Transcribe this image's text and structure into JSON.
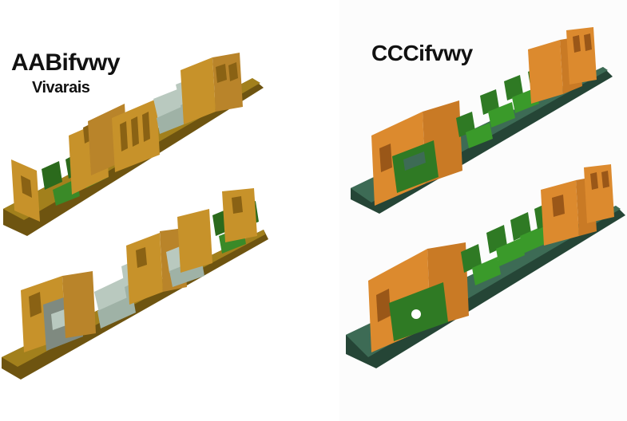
{
  "left": {
    "title": "AABifvwy",
    "subtitle": "Vivarais",
    "colors": {
      "body": "#c7922a",
      "body_dark": "#8a6214",
      "floor": "#6e5410",
      "floor_top": "#a2801c",
      "seat_green": "#2b6a1c",
      "seat_light": "#b9c9bf"
    }
  },
  "right": {
    "title": "CCCifvwy",
    "colors": {
      "body": "#dc8a2e",
      "body_dark": "#9a5718",
      "floor": "#254536",
      "floor_top": "#3d6b55",
      "seat_green": "#2f7a24"
    }
  }
}
